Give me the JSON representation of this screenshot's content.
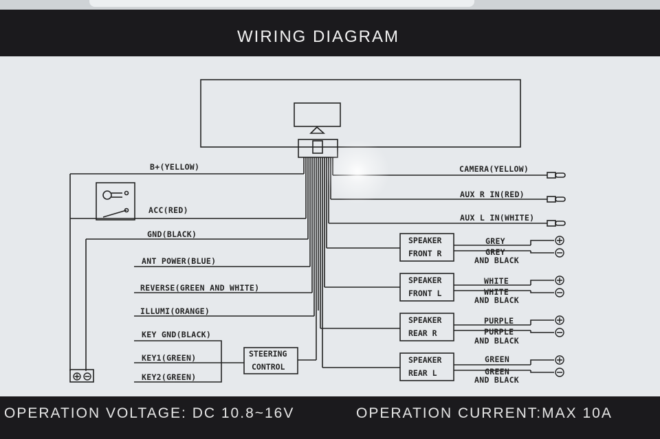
{
  "title": "WIRING DIAGRAM",
  "left_wires": {
    "b_plus": "B+(YELLOW)",
    "acc": "ACC(RED)",
    "gnd": "GND(BLACK)",
    "ant_power": "ANT POWER(BLUE)",
    "reverse": "REVERSE(GREEN AND WHITE)",
    "illumi": "ILLUMI(ORANGE)",
    "key_gnd": "KEY GND(BLACK)",
    "key1": "KEY1(GREEN)",
    "key2": "KEY2(GREEN)"
  },
  "steering": {
    "line1": "STEERING",
    "line2": "CONTROL"
  },
  "right_inputs": {
    "camera": "CAMERA(YELLOW)",
    "aux_r": "AUX R IN(RED)",
    "aux_l": "AUX L IN(WHITE)"
  },
  "speakers": [
    {
      "line1": "SPEAKER",
      "line2": "FRONT R",
      "pos_wire": "GREY",
      "neg_wire1": "GREY",
      "neg_wire2": "AND BLACK"
    },
    {
      "line1": "SPEAKER",
      "line2": "FRONT L",
      "pos_wire": "WHITE",
      "neg_wire1": "WHITE",
      "neg_wire2": "AND BLACK"
    },
    {
      "line1": "SPEAKER",
      "line2": "REAR R",
      "pos_wire": "PURPLE",
      "neg_wire1": "PURPLE",
      "neg_wire2": "AND BLACK"
    },
    {
      "line1": "SPEAKER",
      "line2": "REAR L",
      "pos_wire": "GREEN",
      "neg_wire1": "GREEN",
      "neg_wire2": "AND BLACK"
    }
  ],
  "footer": {
    "voltage": "OPERATION VOLTAGE: DC 10.8~16V",
    "current": "OPERATION CURRENT:MAX 10A"
  },
  "colors": {
    "frame": "#1b1a1d",
    "panel": "#e6e9ec",
    "ink": "#222222"
  }
}
